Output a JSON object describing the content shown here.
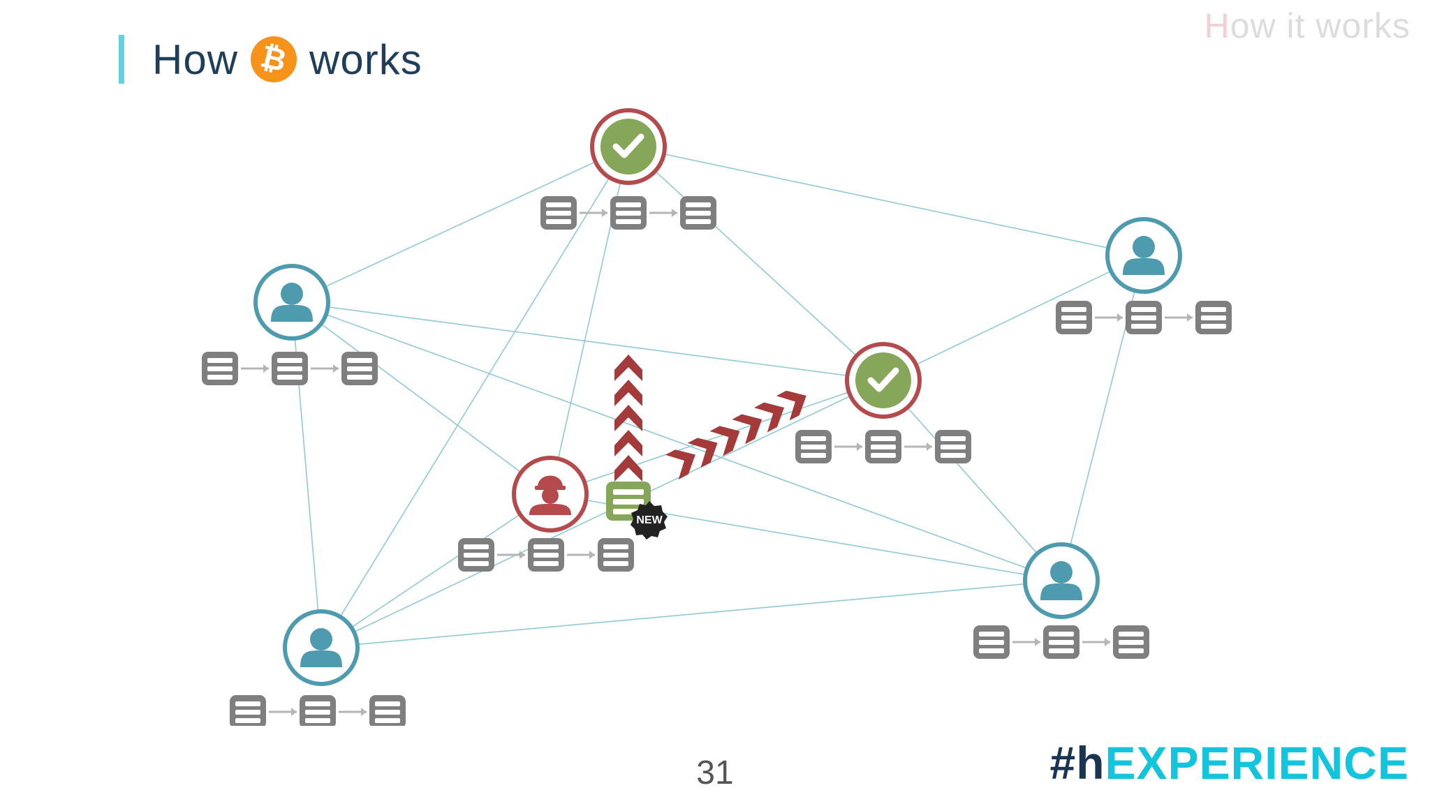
{
  "header": {
    "title_prefix": "How",
    "title_suffix": "works",
    "bitcoin_logo": "bitcoin-coin-icon",
    "watermark_first": "H",
    "watermark_rest": "ow it works"
  },
  "footer": {
    "page_number": "31",
    "hashtag_prefix": "#h",
    "hashtag_suffix": "EXPERIENCE"
  },
  "diagram": {
    "new_badge": "NEW",
    "colors": {
      "link": "#8fc9d6",
      "user": "#4e9aae",
      "verifier_ring": "#b44a4c",
      "verifier_fill": "#86a65a",
      "miner": "#b44a4c",
      "block": "#7f7f7f",
      "new_block": "#86a65a",
      "arrow": "#a43a3a"
    },
    "nodes": [
      {
        "id": "top",
        "kind": "verifier",
        "icon": "check-icon"
      },
      {
        "id": "left",
        "kind": "user",
        "icon": "user-icon"
      },
      {
        "id": "right-top",
        "kind": "user",
        "icon": "user-icon"
      },
      {
        "id": "center-right",
        "kind": "verifier",
        "icon": "check-icon"
      },
      {
        "id": "miner",
        "kind": "miner",
        "icon": "worker-hardhat-icon"
      },
      {
        "id": "bottom-left",
        "kind": "user",
        "icon": "user-icon"
      },
      {
        "id": "bottom-right",
        "kind": "user",
        "icon": "user-icon"
      }
    ]
  }
}
